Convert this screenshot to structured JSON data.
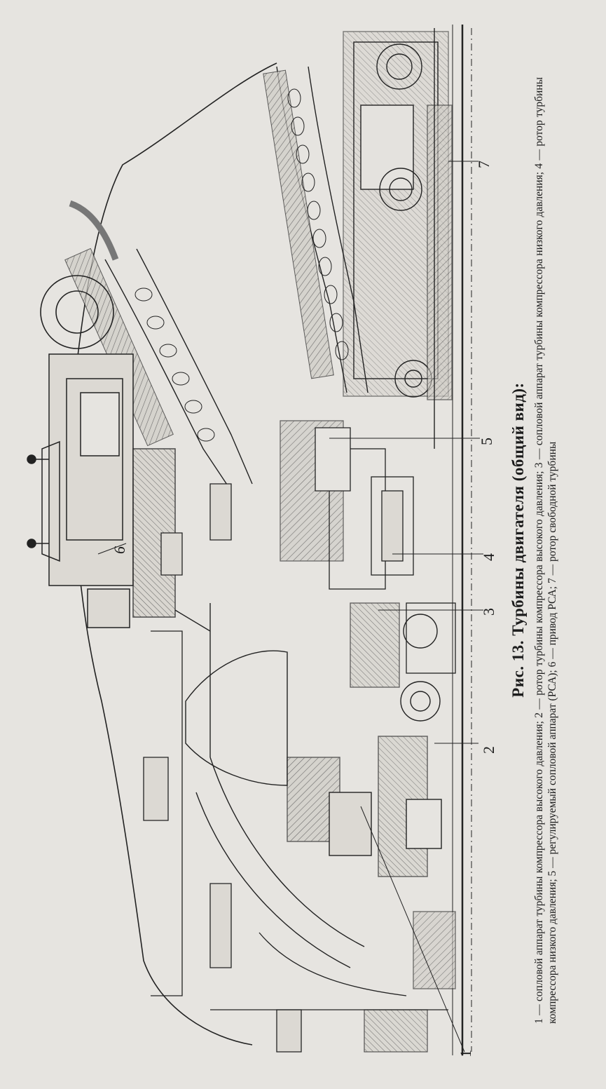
{
  "figure": {
    "callouts": [
      "1",
      "2",
      "3",
      "4",
      "5",
      "6",
      "7"
    ],
    "title": "Рис. 13. Турбины двигателя (общий вид):",
    "legend": "1 — сопловой аппарат турбины компрессора высокого давления; 2 — ротор турбины компрессора высокого давления; 3 — сопловой аппарат турбины компрессора низкого давления; 4 — ротор турбины компрессора низкого давления; 5 — регулируемый сопловой аппарат (РСА); 6 — привод РСА; 7 — ротор свободной турбины"
  }
}
